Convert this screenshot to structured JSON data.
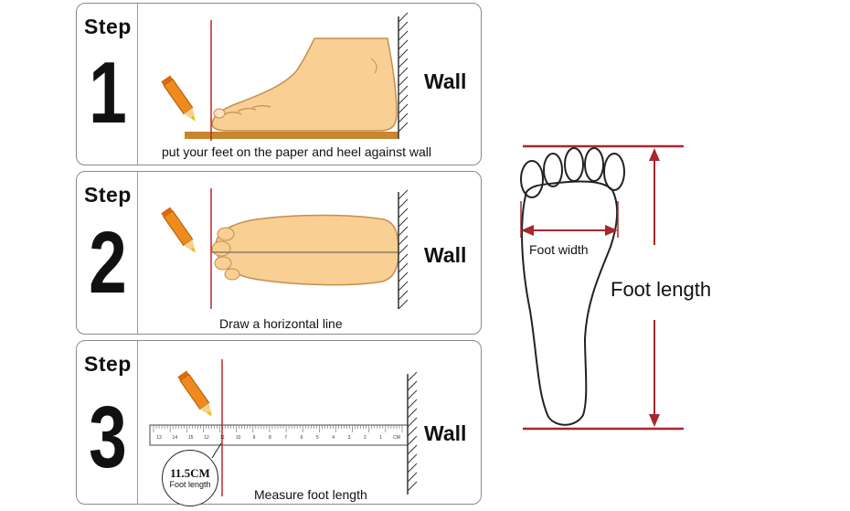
{
  "steps": [
    {
      "label": "Step",
      "number": "1",
      "wall": "Wall",
      "caption": "put your feet on the paper and heel against wall"
    },
    {
      "label": "Step",
      "number": "2",
      "wall": "Wall",
      "caption": "Draw a horizontal line"
    },
    {
      "label": "Step",
      "number": "3",
      "wall": "Wall",
      "caption": "Measure foot length"
    }
  ],
  "measurement": {
    "value": "11.5CM",
    "label": "Foot length",
    "ruler_ticks": [
      "13",
      "14",
      "15",
      "12",
      "11",
      "10",
      "9",
      "8",
      "7",
      "6",
      "5",
      "4",
      "3",
      "2",
      "1",
      "CM"
    ]
  },
  "diagram": {
    "foot_width_label": "Foot width",
    "foot_length_label": "Foot length"
  },
  "colors": {
    "guide_line": "#c0272d",
    "pencil": "#f08a1c",
    "foot_skin": "#f9cf93",
    "floor": "#c8862e"
  }
}
